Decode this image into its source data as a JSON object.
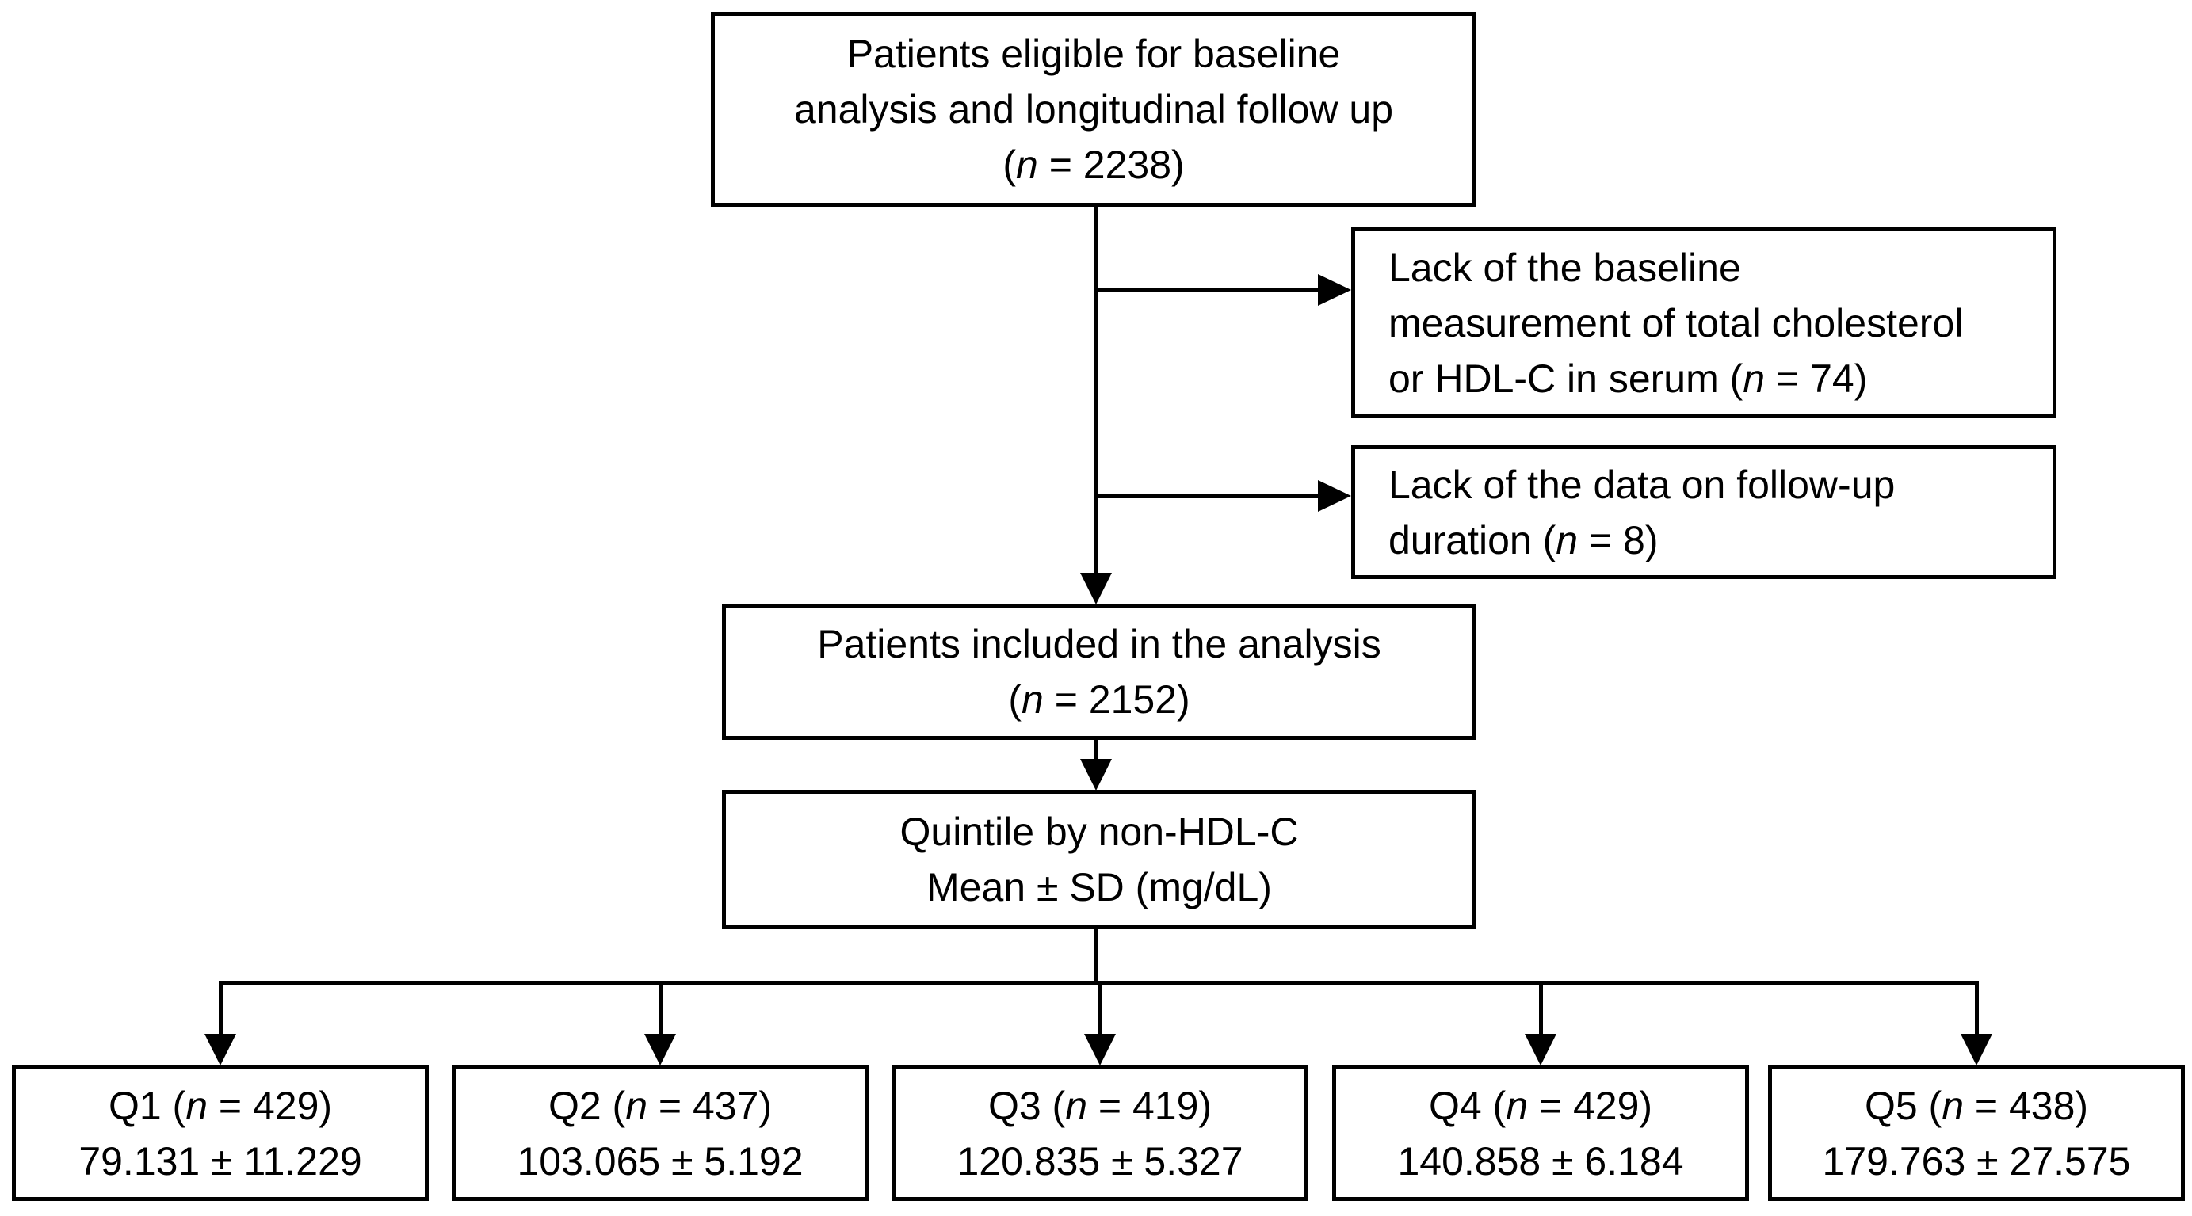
{
  "page": {
    "background_color": "#ffffff",
    "text_color": "#000000",
    "line_color": "#000000"
  },
  "flow": {
    "eligible": {
      "line1": "Patients eligible for baseline",
      "line2": "analysis and longitudinal follow up",
      "n_pre": "(",
      "n_char": "n",
      "n_post": " = 2238)"
    },
    "exclusion1": {
      "line1": "Lack of the baseline",
      "line2": "measurement of total cholesterol",
      "n_pre": "or HDL-C in serum (",
      "n_char": "n",
      "n_post": " = 74)"
    },
    "exclusion2": {
      "line1": "Lack of the data on follow-up",
      "n_pre": "duration (",
      "n_char": "n",
      "n_post": " = 8)"
    },
    "included": {
      "line1": "Patients included in the analysis",
      "n_pre": "(",
      "n_char": "n",
      "n_post": " = 2152)"
    },
    "quintile_header": {
      "line1": "Quintile by non-HDL-C",
      "line2": "Mean ± SD (mg/dL)"
    },
    "quintiles": [
      {
        "n_pre": "Q1 (",
        "n_char": "n",
        "n_post": " = 429)",
        "value": "79.131 ± 11.229"
      },
      {
        "n_pre": "Q2 (",
        "n_char": "n",
        "n_post": " = 437)",
        "value": "103.065 ± 5.192"
      },
      {
        "n_pre": "Q3 (",
        "n_char": "n",
        "n_post": " = 419)",
        "value": "120.835 ± 5.327"
      },
      {
        "n_pre": "Q4 (",
        "n_char": "n",
        "n_post": " = 429)",
        "value": "140.858 ± 6.184"
      },
      {
        "n_pre": "Q5 (",
        "n_char": "n",
        "n_post": " = 438)",
        "value": "179.763 ± 27.575"
      }
    ]
  }
}
